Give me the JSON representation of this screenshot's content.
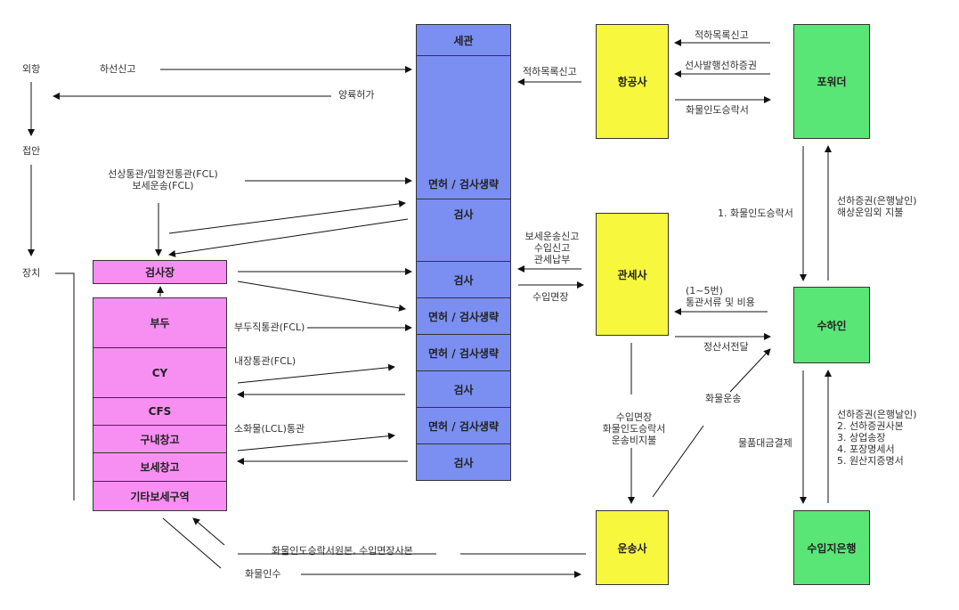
{
  "left_states": {
    "foreign_port": "외항",
    "anchorage": "접안",
    "unloading": "장치"
  },
  "customs_column": {
    "header": "세관",
    "rows": [
      "면허 / 검사생략",
      "검사",
      "검사",
      "면허 / 검사생략",
      "면허 / 검사생략",
      "검사",
      "면허 / 검사생략",
      "검사"
    ]
  },
  "warehouse_column": {
    "inspection_site": "검사장",
    "rows": [
      "부두",
      "CY",
      "CFS",
      "구내창고",
      "보세창고",
      "기타보세구역"
    ]
  },
  "parties": {
    "airline": "항공사",
    "forwarder": "포워더",
    "customs_broker": "관세사",
    "consignee": "수하인",
    "carrier": "운송사",
    "import_bank": "수입지은행"
  },
  "labels": {
    "unloading_report": "하선신고",
    "landing_permit": "양륙허가",
    "ship_clearance": "선상통관/입항전통관(FCL)\n보세운송(FCL)",
    "pier_clearance": "부두직통관(FCL)",
    "inland_clearance": "내장통관(FCL)",
    "lcl_clearance": "소화물(LCL)통관",
    "manifest_airline": "적하목록신고",
    "manifest_forwarder": "적하목록신고",
    "house_bl": "선사발행선하증권",
    "delivery_order_to_forwarder": "화물인도승락서",
    "broker_filings": "보세운송신고\n수입신고\n관세납부",
    "import_permit_to_customs": "수입면장",
    "delivery_order_1": "1. 화물인도승락서",
    "bl_payment": "선하증권(은행날인)\n해상운임외 지불",
    "docs_and_costs": "(1~5번)\n통관서류 및 비용",
    "settlement": "정산서전달",
    "carrier_docs": "수입면장\n화물인도승락서\n운송비지불",
    "cargo_transport": "화물운송",
    "payment": "물품대금결제",
    "bank_docs": "선하증권(은행날인)\n2. 선하증권사본\n3. 상업송장\n4. 포장명세서\n5. 원산지증명서",
    "original_docs": "화물인도승락서원본, 수입면장사본",
    "cargo_handover": "화물인수"
  },
  "colors": {
    "customs": "#7b8ff2",
    "warehouse": "#f78ff2",
    "airline_broker_carrier": "#f7f73d",
    "forwarder_consignee_bank": "#59e677"
  }
}
